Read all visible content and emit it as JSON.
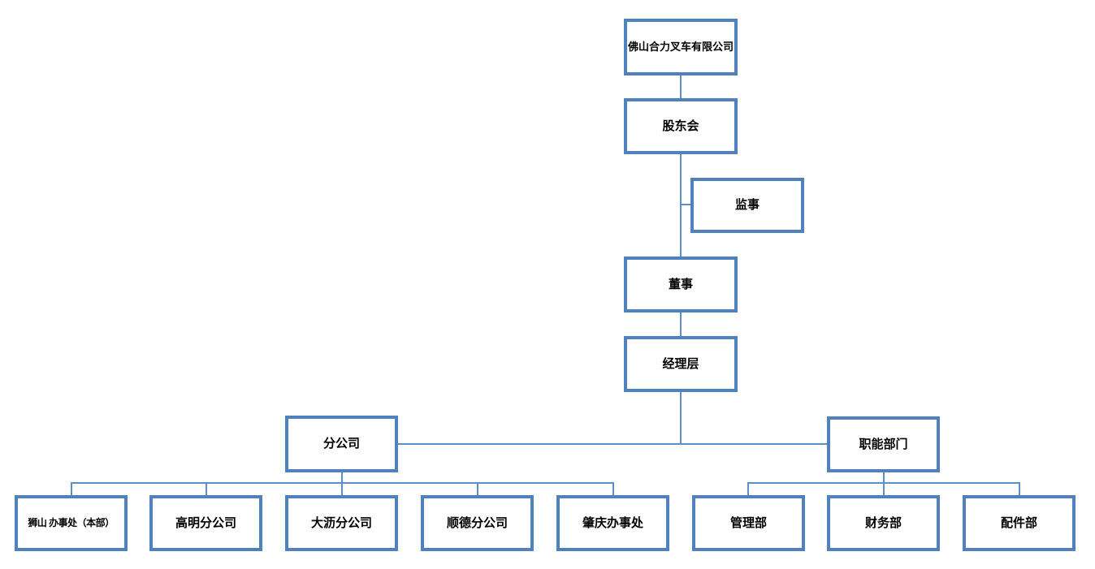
{
  "org_chart": {
    "accent_color": "#4f81bd",
    "background_color": "#ffffff",
    "company": "佛山合力叉车有限公司",
    "shareholders": "股东会",
    "supervisor": "监事",
    "director": "董事",
    "management": "经理层",
    "branch_group": "分公司",
    "functional_group": "职能部门",
    "branch_offices": [
      "狮山 办事处（本部）",
      "高明分公司",
      "大沥分公司",
      "顺德分公司",
      "肇庆办事处"
    ],
    "functional_departments": [
      "管理部",
      "财务部",
      "配件部"
    ]
  }
}
